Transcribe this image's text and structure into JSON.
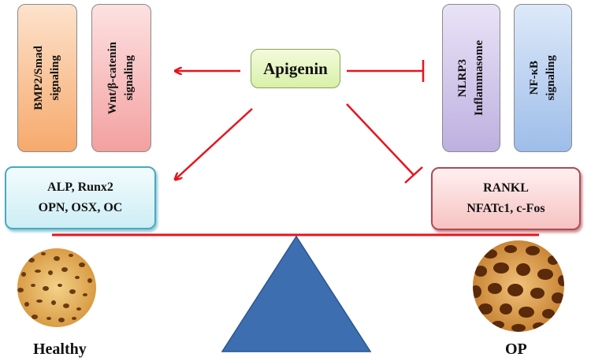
{
  "center": {
    "label": "Apigenin"
  },
  "pathways_left": [
    {
      "lines": [
        "BMP2/Smad",
        "signaling"
      ],
      "color": "#f7b987"
    },
    {
      "lines": [
        "Wnt/β-catenin",
        "signaling"
      ],
      "color": "#f5a8a8"
    }
  ],
  "pathways_right": [
    {
      "lines": [
        "NLRP3",
        "Inflammasome"
      ],
      "color": "#c8bde6"
    },
    {
      "lines": [
        "NF-κB",
        "signaling"
      ],
      "color": "#a9c6ef"
    }
  ],
  "osteoblast_markers": {
    "line1": "ALP, Runx2",
    "line2": "OPN, OSX, OC"
  },
  "osteoclast_markers": {
    "line1": "RANKL",
    "line2": "NFATc1, c-Fos"
  },
  "labels": {
    "healthy": "Healthy",
    "op": "OP"
  },
  "colors": {
    "arrow": "#e8141c",
    "fulcrum": "#3d6fb0",
    "beam": "#e8141c"
  }
}
